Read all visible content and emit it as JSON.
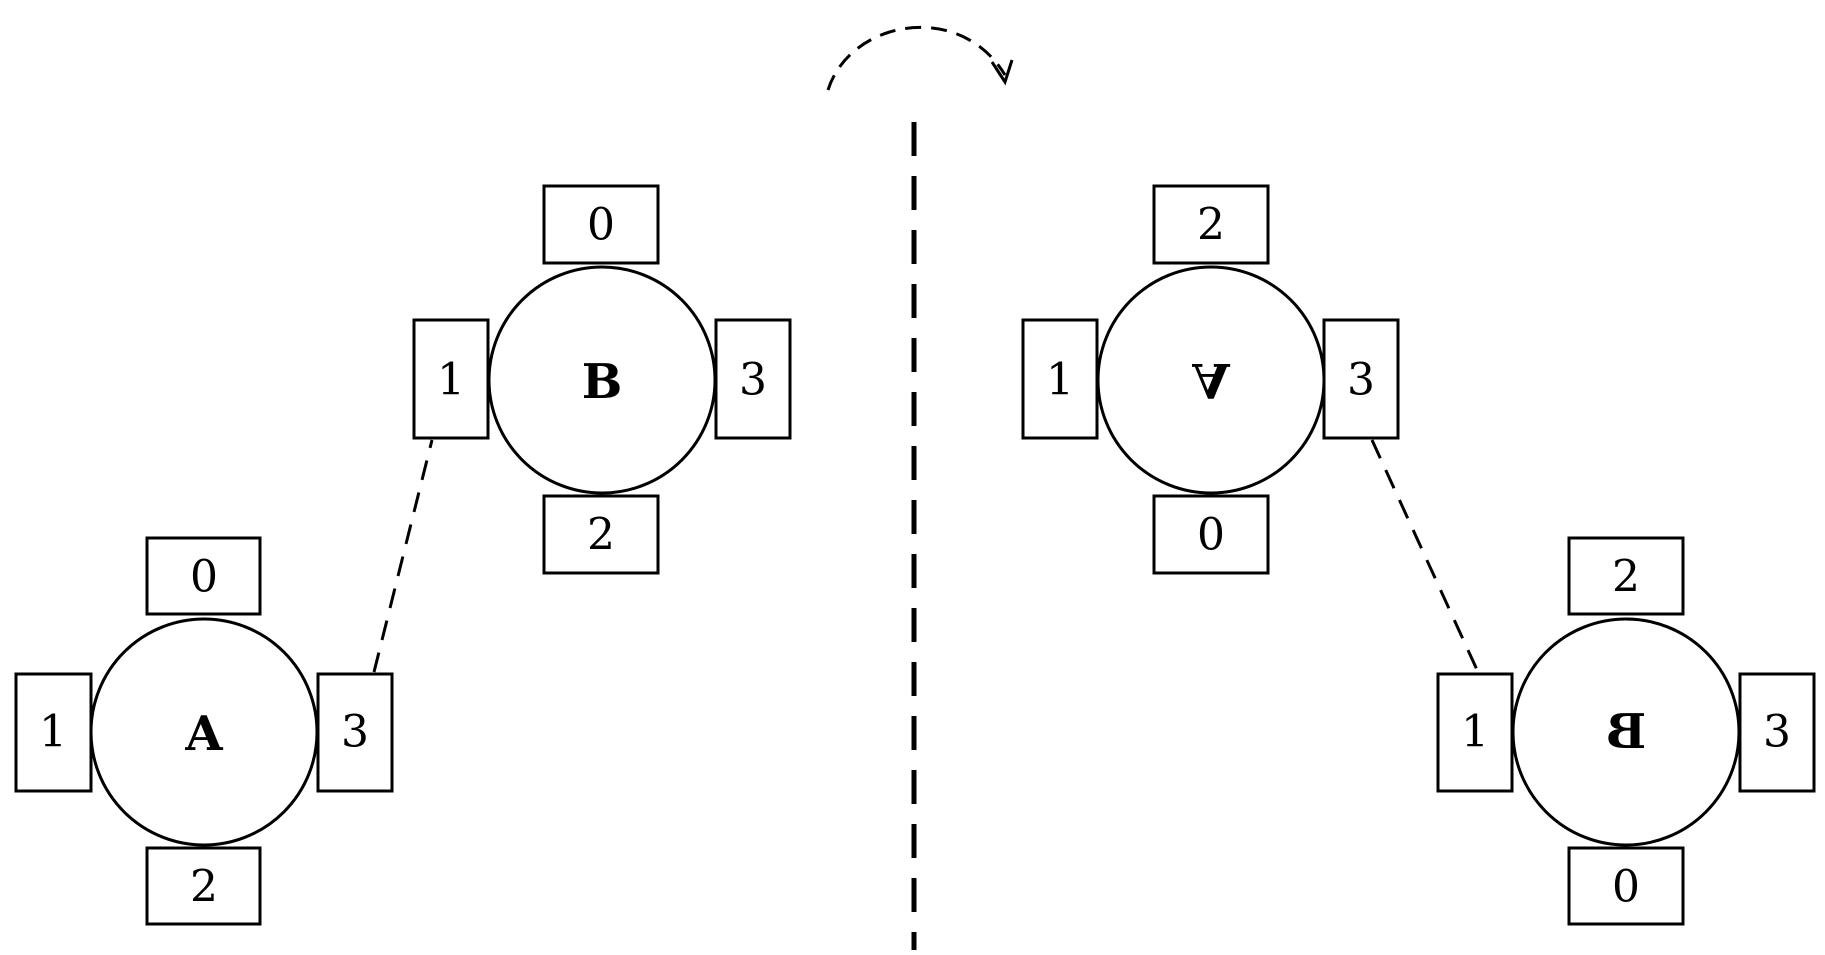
{
  "left": {
    "A": {
      "label": "A",
      "top": "0",
      "left": "1",
      "right": "3",
      "bottom": "2"
    },
    "B": {
      "label": "B",
      "top": "0",
      "left": "1",
      "right": "3",
      "bottom": "2"
    }
  },
  "right": {
    "A": {
      "label": "A",
      "top": "2",
      "left": "1",
      "right": "3",
      "bottom": "0"
    },
    "B": {
      "label": "B",
      "top": "2",
      "left": "1",
      "right": "3",
      "bottom": "0"
    }
  },
  "colors": {
    "stroke": "#000000",
    "background": "#ffffff"
  }
}
